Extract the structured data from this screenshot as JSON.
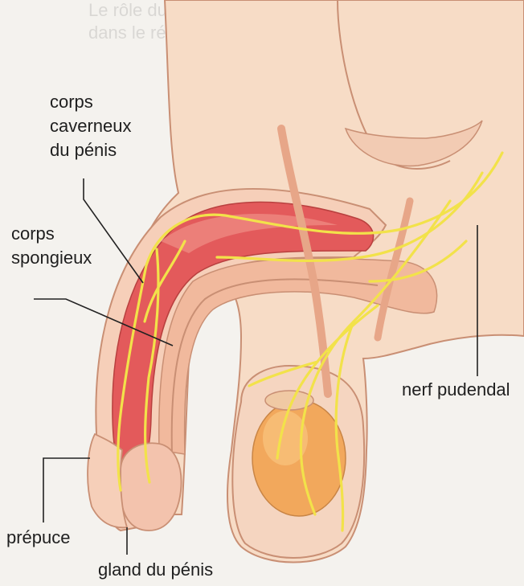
{
  "labels": {
    "corps_caverneux": [
      "corps",
      "caverneux",
      "du pénis"
    ],
    "corps_spongieux": [
      "corps",
      "spongieux"
    ],
    "prepuce": "prépuce",
    "gland": "gland du pénis",
    "nerf": "nerf pudendal"
  },
  "background_text": {
    "top_line1": "Le rôle du système nerveux",
    "top_line2": "dans le réflexe de l'érection"
  },
  "colors": {
    "page": "#f4f2ee",
    "skin": "#f7dcc6",
    "skin_dark": "#e9b193",
    "cavernous": "#e35a5b",
    "cavernous_light": "#ef8e86",
    "spongy": "#f1b99d",
    "testis": "#f2a85c",
    "nerve": "#f2e24a",
    "outline": "#b46d52"
  }
}
